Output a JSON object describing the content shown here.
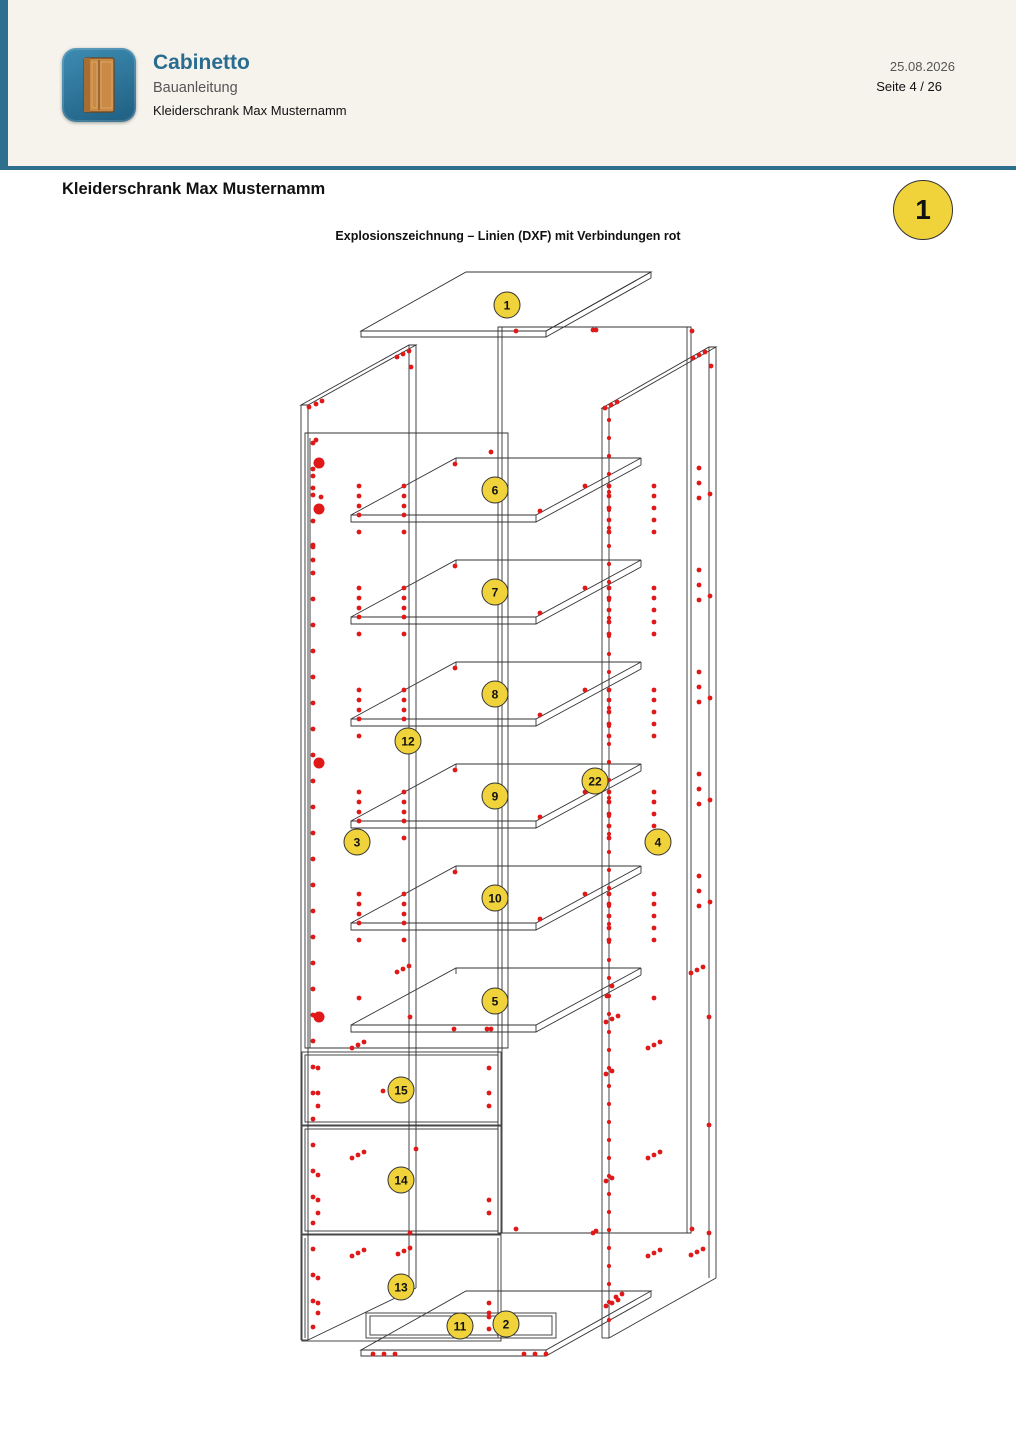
{
  "header": {
    "app_name": "Cabinetto",
    "subtitle": "Bauanleitung",
    "document": "Kleiderschrank Max Musternamm",
    "date": "25.08.2026",
    "page": "Seite 4 / 26",
    "icon": "wardrobe-icon",
    "accent_color": "#2f6f8e"
  },
  "content": {
    "title": "Kleiderschrank Max Musternamm",
    "step": "1",
    "caption": "Explosionszeichnung – Linien (DXF) mit Verbindungen rot"
  },
  "part_labels": [
    "1",
    "6",
    "7",
    "8",
    "12",
    "22",
    "9",
    "3",
    "4",
    "10",
    "5",
    "15",
    "14",
    "13",
    "11",
    "2"
  ],
  "colors": {
    "connection": "#e01818",
    "badge": "#f0d23a",
    "line": "#333333"
  }
}
